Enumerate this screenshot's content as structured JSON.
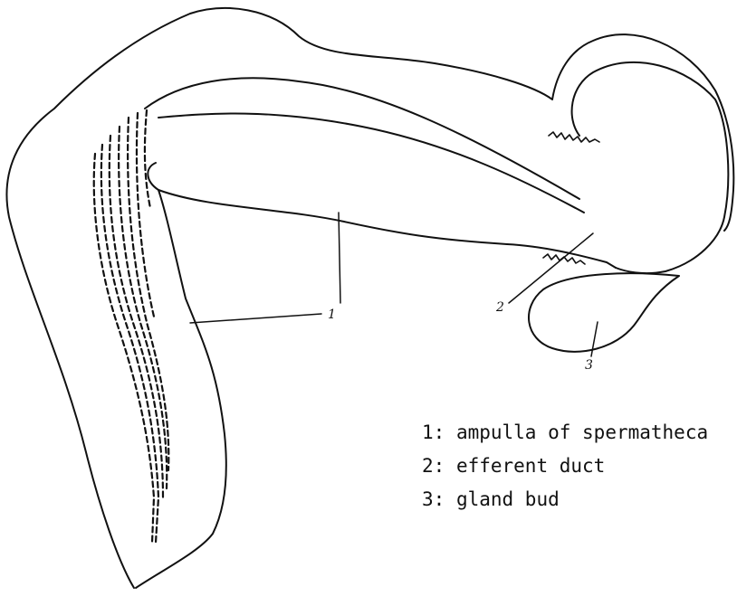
{
  "callouts": [
    "1",
    "2",
    "3"
  ],
  "legend": [
    {
      "num": "1",
      "text": "ampulla of spermatheca"
    },
    {
      "num": "2",
      "text": "efferent duct"
    },
    {
      "num": "3",
      "text": "gland bud"
    }
  ],
  "colors": {
    "ink": "#111111",
    "background": "#ffffff"
  }
}
